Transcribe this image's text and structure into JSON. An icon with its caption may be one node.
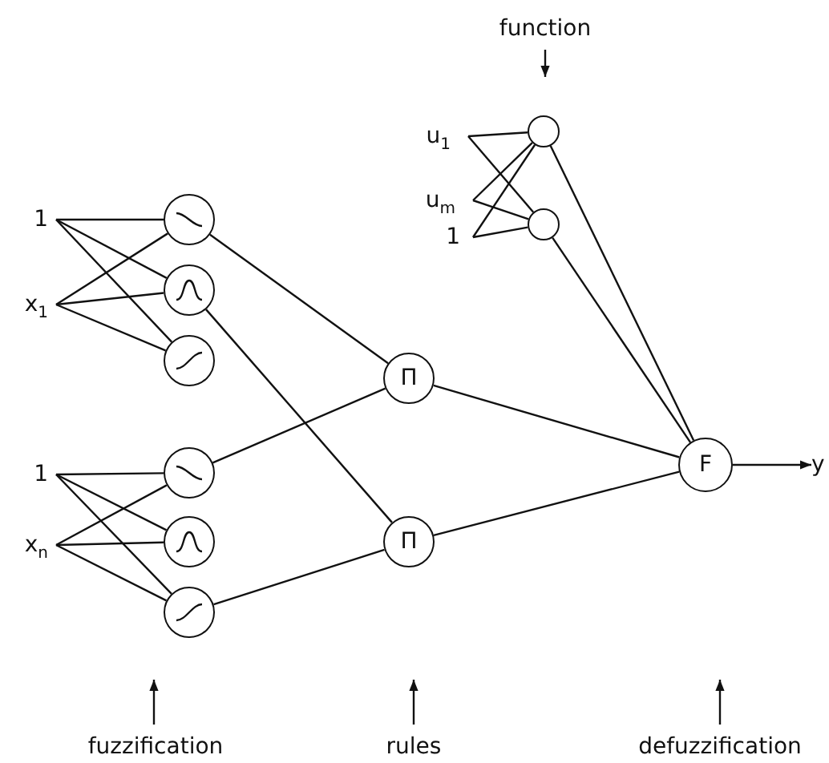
{
  "diagram": {
    "nodes": [
      {
        "text": [
          "1"
        ]
      },
      {
        "text": [
          "x$_{1}$"
        ]
      },
      {
        "text": [],
        "shape": "circle"
      },
      {
        "text": [],
        "shape": "circle"
      },
      {
        "text": [],
        "shape": "circle"
      },
      {
        "text": [
          "1"
        ]
      },
      {
        "text": [
          "x$_{n}$"
        ]
      },
      {
        "text": [],
        "shape": "circle"
      },
      {
        "text": [],
        "shape": "circle"
      },
      {
        "text": [],
        "shape": "circle"
      },
      {
        "text": [
          "function"
        ]
      },
      {
        "text": [
          "u$_{1}$"
        ]
      },
      {
        "text": [
          "u$_{m}$"
        ]
      },
      {
        "text": [
          "1"
        ]
      },
      {
        "text": [],
        "shape": "circle"
      },
      {
        "text": [],
        "shape": "circle"
      },
      {
        "text": [
          "Π"
        ]
      },
      {
        "text": [
          "Π"
        ]
      },
      {
        "text": [
          "F"
        ]
      },
      {
        "text": [
          "y"
        ]
      },
      {
        "text": [
          "fuzzification"
        ]
      },
      {
        "text": [
          "rules"
        ]
      },
      {
        "text": [
          "defuzzification"
        ]
      }
    ],
    "edges": [
      {
        "from": 0,
        "to": 2,
        "arrow": "none"
      },
      {
        "from": 0,
        "to": 3,
        "arrow": "none"
      },
      {
        "from": 0,
        "to": 4,
        "arrow": "none"
      },
      {
        "from": 1,
        "to": 2,
        "arrow": "none"
      },
      {
        "from": 1,
        "to": 3,
        "arrow": "none"
      },
      {
        "from": 1,
        "to": 4,
        "arrow": "none"
      },
      {
        "from": 5,
        "to": 7,
        "arrow": "none"
      },
      {
        "from": 5,
        "to": 8,
        "arrow": "none"
      },
      {
        "from": 5,
        "to": 9,
        "arrow": "none"
      },
      {
        "from": 6,
        "to": 7,
        "arrow": "none"
      },
      {
        "from": 6,
        "to": 8,
        "arrow": "none"
      },
      {
        "from": 6,
        "to": 9,
        "arrow": "none"
      },
      {
        "from": 2,
        "to": 16,
        "arrow": "none"
      },
      {
        "from": 3,
        "to": 17,
        "arrow": "none"
      },
      {
        "from": 7,
        "to": 16,
        "arrow": "none"
      },
      {
        "from": 9,
        "to": 17,
        "arrow": "none"
      },
      {
        "from": 11,
        "to": 14,
        "arrow": "none"
      },
      {
        "from": 11,
        "to": 15,
        "arrow": "none"
      },
      {
        "from": 12,
        "to": 14,
        "arrow": "none"
      },
      {
        "from": 12,
        "to": 15,
        "arrow": "none"
      },
      {
        "from": 13,
        "to": 14,
        "arrow": "none"
      },
      {
        "from": 13,
        "to": 15,
        "arrow": "none"
      },
      {
        "from": 14,
        "to": 18,
        "arrow": "none"
      },
      {
        "from": 15,
        "to": 18,
        "arrow": "none"
      },
      {
        "from": 16,
        "to": 18,
        "arrow": "none"
      },
      {
        "from": 17,
        "to": 18,
        "arrow": "none"
      },
      {
        "from": 18,
        "to": 19,
        "arrow": "to"
      },
      {
        "from": 10,
        "to": null,
        "arrow": "to"
      },
      {
        "from": 20,
        "to": null,
        "arrow": "to"
      },
      {
        "from": 21,
        "to": null,
        "arrow": "to"
      },
      {
        "from": 22,
        "to": null,
        "arrow": "to"
      }
    ]
  }
}
